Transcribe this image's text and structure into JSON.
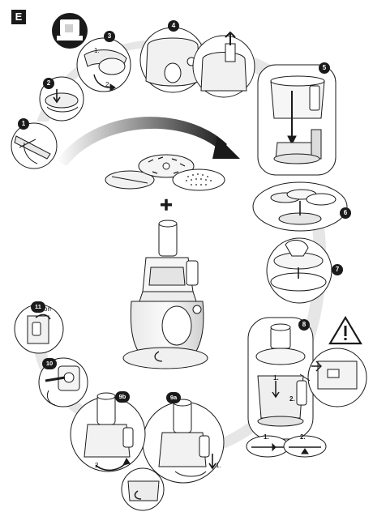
{
  "section_letter": "E",
  "steps": {
    "s1": "1",
    "s2": "2",
    "s3": "3",
    "s4": "4",
    "s5": "5",
    "s6": "6",
    "s7": "7",
    "s8": "8",
    "s9a": "9a",
    "s9b": "9b",
    "s10": "10",
    "s11": "11"
  },
  "labels": {
    "step3_sub1": "1.",
    "step3_sub2": "2.",
    "step8_sub1": "1.",
    "step8_sub2": "2.",
    "step8_detail1": "1.",
    "step8_detail2": "2.",
    "step9a_sub1": "1.",
    "step9b_sub2": "2.",
    "step11_on": "on"
  },
  "icons": {
    "plus": "plus-icon",
    "warning": "warning-triangle-icon",
    "flow_arrow": "curved-arrow-icon"
  },
  "colors": {
    "ink": "#1a1a1a",
    "swoosh": "#d9d9d9",
    "light_grey": "#e6e6e6",
    "mid_grey": "#bdbdbd"
  }
}
